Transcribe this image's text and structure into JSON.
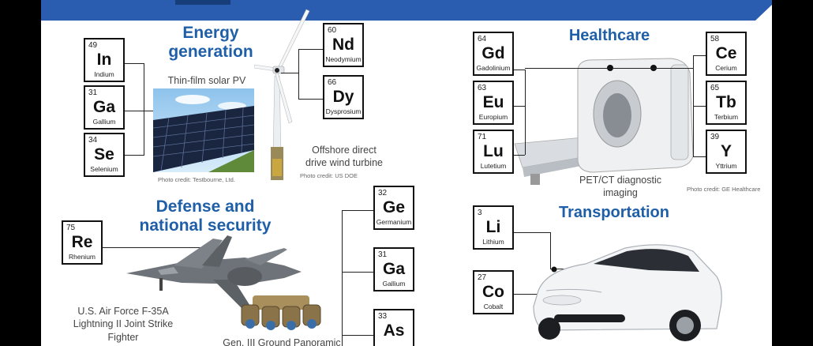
{
  "sections": {
    "energy": {
      "title_line1": "Energy",
      "title_line2": "generation",
      "solar_caption": "Thin-film solar PV",
      "solar_credit": "Photo credit:  Testbourne, Ltd.",
      "wind_caption_line1": "Offshore direct",
      "wind_caption_line2": "drive wind turbine",
      "wind_credit": "Photo credit:  US DOE"
    },
    "healthcare": {
      "title": "Healthcare",
      "caption_line1": "PET/CT diagnostic",
      "caption_line2": "imaging",
      "credit": "Photo credit:  GE Healthcare"
    },
    "defense": {
      "title_line1": "Defense and",
      "title_line2": "national security",
      "jet_caption_line1": "U.S. Air Force F-35A",
      "jet_caption_line2": "Lightning II Joint Strike",
      "jet_caption_line3": "Fighter",
      "goggles_caption": "Gen. III Ground Panoramic"
    },
    "transportation": {
      "title": "Transportation"
    }
  },
  "elements": {
    "in": {
      "number": "49",
      "symbol": "In",
      "name": "Indium"
    },
    "ga1": {
      "number": "31",
      "symbol": "Ga",
      "name": "Gallium"
    },
    "se": {
      "number": "34",
      "symbol": "Se",
      "name": "Selenium"
    },
    "nd": {
      "number": "60",
      "symbol": "Nd",
      "name": "Neodymium"
    },
    "dy": {
      "number": "66",
      "symbol": "Dy",
      "name": "Dysprosium"
    },
    "gd": {
      "number": "64",
      "symbol": "Gd",
      "name": "Gadolinium"
    },
    "eu": {
      "number": "63",
      "symbol": "Eu",
      "name": "Europium"
    },
    "lu": {
      "number": "71",
      "symbol": "Lu",
      "name": "Lutetium"
    },
    "ce": {
      "number": "58",
      "symbol": "Ce",
      "name": "Cerium"
    },
    "tb": {
      "number": "65",
      "symbol": "Tb",
      "name": "Terbium"
    },
    "y": {
      "number": "39",
      "symbol": "Y",
      "name": "Yttrium"
    },
    "re": {
      "number": "75",
      "symbol": "Re",
      "name": "Rhenium"
    },
    "ge": {
      "number": "32",
      "symbol": "Ge",
      "name": "Germanium"
    },
    "ga2": {
      "number": "31",
      "symbol": "Ga",
      "name": "Gallium"
    },
    "as": {
      "number": "33",
      "symbol": "As",
      "name": ""
    },
    "li": {
      "number": "3",
      "symbol": "Li",
      "name": "Lithium"
    },
    "co": {
      "number": "27",
      "symbol": "Co",
      "name": "Cobalt"
    }
  },
  "colors": {
    "title_blue": "#1f5fa8",
    "banner_blue": "#2a5db0"
  }
}
